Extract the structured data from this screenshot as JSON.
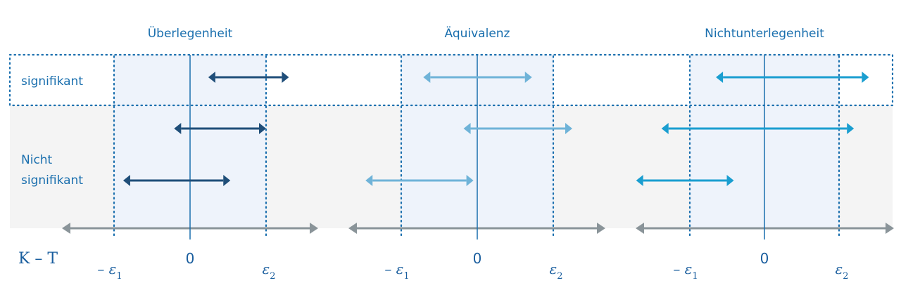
{
  "row_labels": {
    "significant": "signifikant",
    "not_significant_1": "Nicht",
    "not_significant_2": "signifikant"
  },
  "axis_label": "K – T",
  "tick_labels": {
    "neg_eps": "– ε",
    "neg_eps_sub": "1",
    "zero": "0",
    "eps": "ε",
    "eps_sub": "2"
  },
  "colors": {
    "band": "#f4f4f4",
    "shade": "#eef3fb",
    "dots": "#1a6fae",
    "axis": "#8a9499"
  },
  "panels": [
    {
      "title": "Überlegenheit",
      "color": "#1f4e79",
      "intervals": [
        {
          "row": "significant",
          "low": 0.24,
          "high": 1.3
        },
        {
          "row": "not_significant",
          "low": -0.21,
          "high": 1.0
        },
        {
          "row": "not_significant",
          "low": -0.88,
          "high": 0.53
        }
      ]
    },
    {
      "title": "Äquivalenz",
      "color": "#6fb3d8",
      "intervals": [
        {
          "row": "significant",
          "low": -0.71,
          "high": 0.72
        },
        {
          "row": "not_significant",
          "low": -0.18,
          "high": 1.25
        },
        {
          "row": "not_significant",
          "low": -1.47,
          "high": -0.05
        }
      ]
    },
    {
      "title": "Nichtunterlegenheit",
      "color": "#1a9ed0",
      "intervals": [
        {
          "row": "significant",
          "low": -0.65,
          "high": 1.4
        },
        {
          "row": "not_significant",
          "low": -1.38,
          "high": 1.2
        },
        {
          "row": "not_significant",
          "low": -1.72,
          "high": -0.41
        }
      ]
    }
  ]
}
